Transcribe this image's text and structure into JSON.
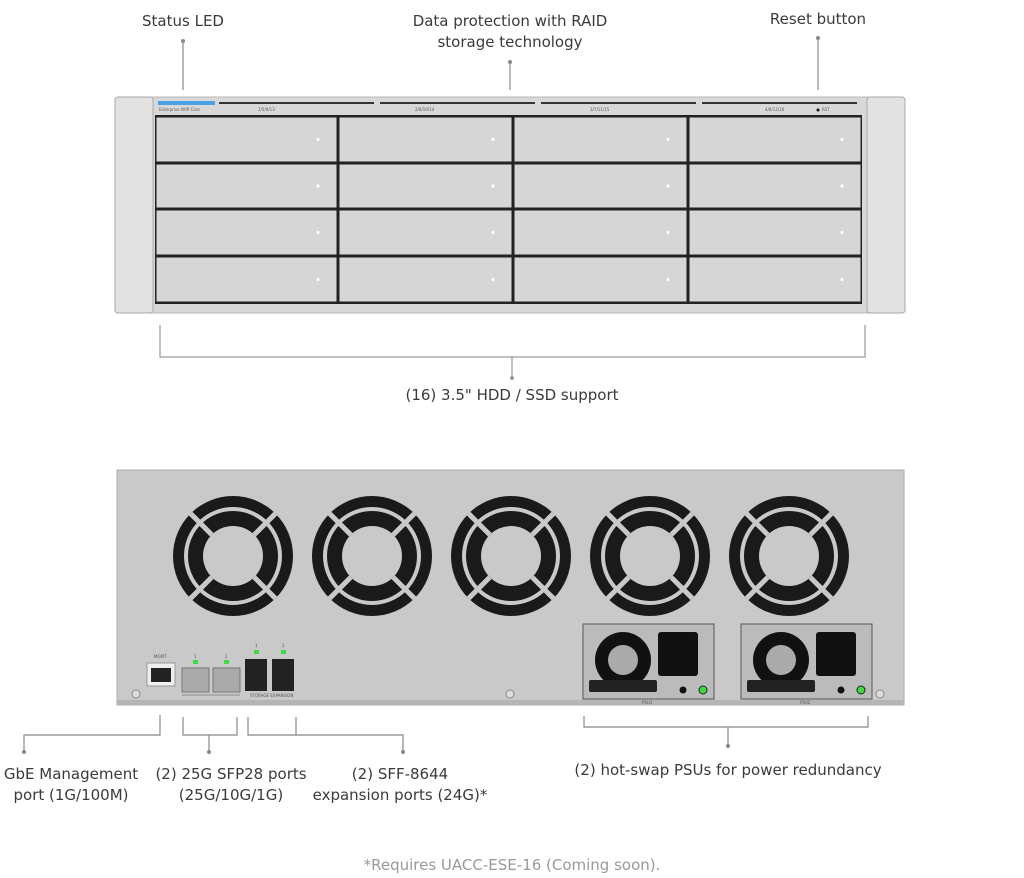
{
  "annotations": {
    "status_led": "Status LED",
    "raid_line1": "Data protection with RAID",
    "raid_line2": "storage technology",
    "reset_button": "Reset button",
    "drive_support": "(16) 3.5\" HDD / SSD support",
    "mgmt_line1": "GbE Management",
    "mgmt_line2": "port (1G/100M)",
    "sfp_line1": "(2) 25G SFP28 ports",
    "sfp_line2": "(25G/10G/1G)",
    "sff_line1": "(2) SFF-8644",
    "sff_line2": "expansion ports (24G)*",
    "psu": "(2) hot-swap PSUs for power redundancy"
  },
  "front_panel": {
    "model": "Enterprise NVR Core",
    "bay_groups": [
      "1/5/9/13",
      "2/6/10/14",
      "3/7/11/15",
      "4/8/12/16"
    ],
    "reset_label": "RST",
    "accent": "#4aa3e8"
  },
  "rear_panel": {
    "mgmt_label": "MGMT",
    "sfp_labels": [
      "1",
      "2"
    ],
    "expansion_labels": [
      "1",
      "2"
    ],
    "expansion_caption": "STORAGE EXPANSION",
    "psu_labels": [
      "PSU1",
      "PSU2"
    ],
    "led_color": "#3ddc3d"
  },
  "footnote": "*Requires UACC-ESE-16 (Coming soon)."
}
